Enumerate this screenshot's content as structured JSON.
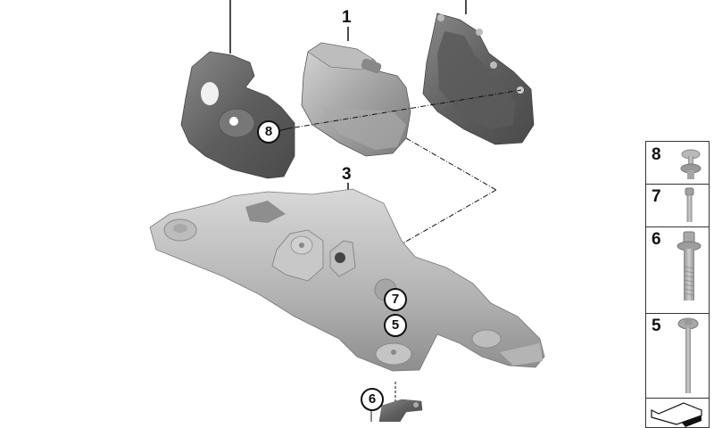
{
  "diagram": {
    "type": "exploded-parts-diagram",
    "callouts": [
      {
        "id": "1",
        "label": "1",
        "part": "electric-ac-compressor"
      },
      {
        "id": "3",
        "label": "3",
        "part": "compressor-carrier-bracket"
      },
      {
        "id": "5",
        "label": "5",
        "part": "bolt-long"
      },
      {
        "id": "6",
        "label": "6",
        "part": "bolt-torx-flange"
      },
      {
        "id": "7",
        "label": "7",
        "part": "hex-bolt"
      },
      {
        "id": "8",
        "label": "8",
        "part": "expanding-rivet"
      }
    ],
    "circle_labels": {
      "c8": "8",
      "c7": "7",
      "c5": "5",
      "c6": "6"
    },
    "number_labels": {
      "n1": "1",
      "n3": "3"
    }
  },
  "side_panel": {
    "items": [
      {
        "label": "8",
        "part": "expanding-rivet"
      },
      {
        "label": "7",
        "part": "hex-bolt"
      },
      {
        "label": "6",
        "part": "torx-flange-bolt"
      },
      {
        "label": "5",
        "part": "long-flange-bolt"
      },
      {
        "label": "",
        "part": "bracket-symbol"
      }
    ]
  },
  "colors": {
    "background": "#ffffff",
    "dark_part": "#6e6e6e",
    "mid_part": "#9a9a9a",
    "light_part": "#c4c4c4",
    "line": "#111111"
  }
}
